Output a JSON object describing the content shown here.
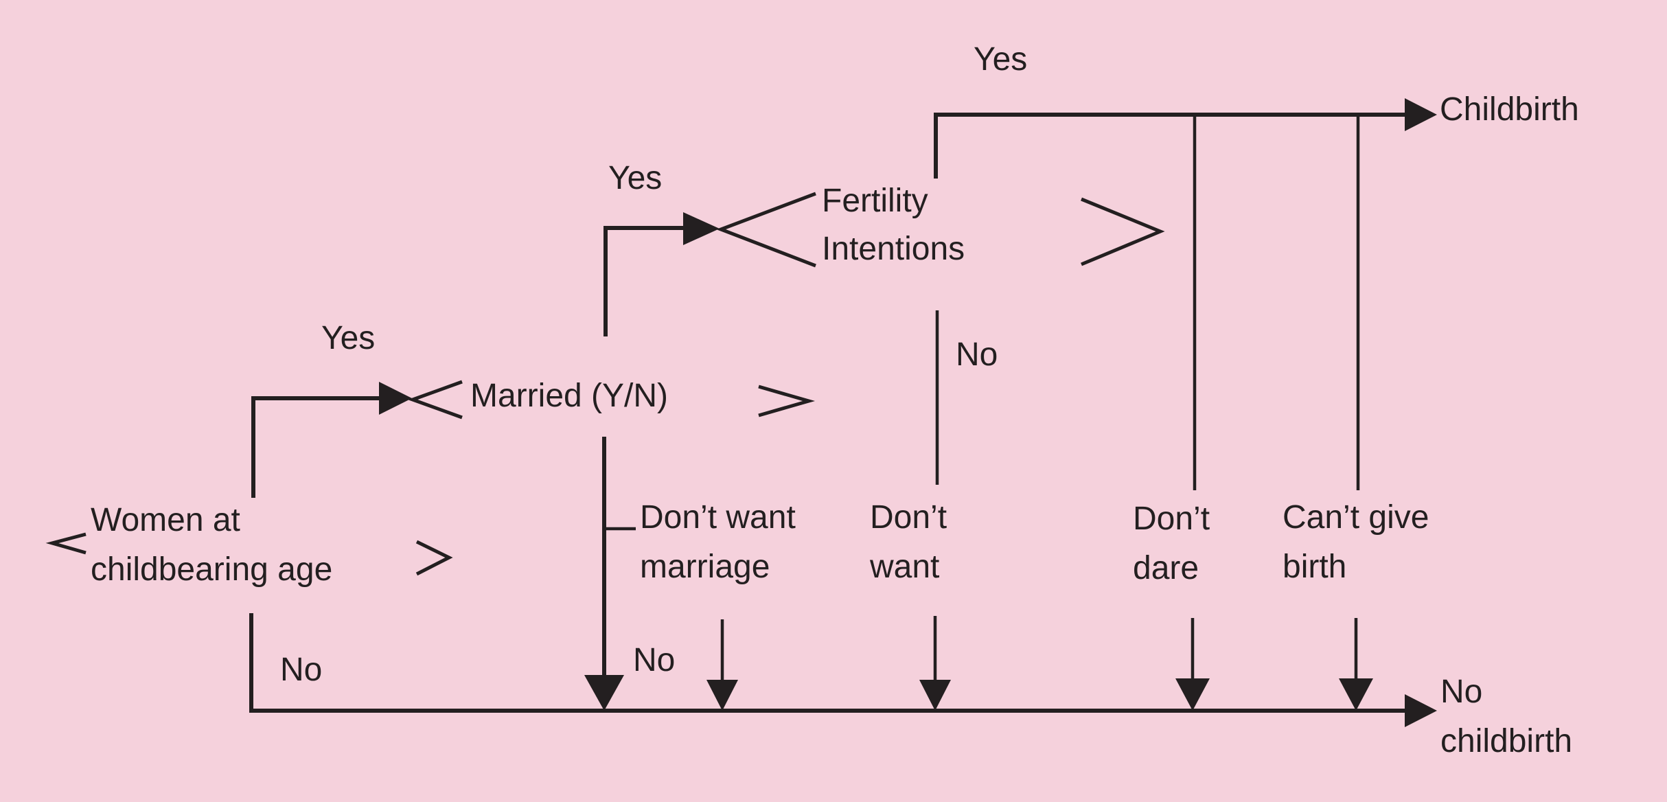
{
  "colors": {
    "background": "#f5d1dc",
    "ink": "#231f20"
  },
  "diagram": {
    "nodes": {
      "women": {
        "line1": "Women at",
        "line2": "childbearing age"
      },
      "married": {
        "label": "Married (Y/N)"
      },
      "fertility": {
        "line1": "Fertility",
        "line2": "Intentions"
      },
      "childbirth": {
        "label": "Childbirth"
      },
      "no_childbirth": {
        "line1": "No",
        "line2": "childbirth"
      }
    },
    "branch_labels": {
      "yes_to_married": "Yes",
      "yes_to_fertility": "Yes",
      "yes_to_childbirth": "Yes",
      "no_from_women": "No",
      "no_from_married": "No",
      "no_from_fertility": "No"
    },
    "reasons": {
      "dont_want_marriage": {
        "line1": "Don’t want",
        "line2": "marriage"
      },
      "dont_want": {
        "line1": "Don’t",
        "line2": "want"
      },
      "dont_dare": {
        "line1": "Don’t",
        "line2": "dare"
      },
      "cant_give_birth": {
        "line1": "Can’t give",
        "line2": "birth"
      }
    }
  }
}
